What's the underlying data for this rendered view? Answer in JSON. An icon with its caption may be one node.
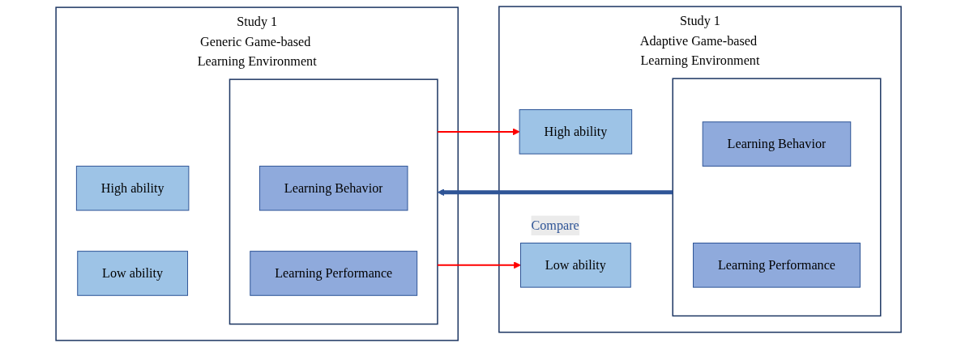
{
  "diagram": {
    "nodes": [
      {
        "text": [
          "Study 1",
          "Generic Game-based Learning Environment"
        ]
      },
      {
        "text": [
          "High ability"
        ],
        "in": 0
      },
      {
        "text": [
          "Low ability"
        ],
        "in": 0
      },
      {
        "text": [],
        "shape": "box",
        "in": 0
      },
      {
        "text": [
          "Learning Behavior"
        ],
        "in": 3
      },
      {
        "text": [
          "Learning Performance"
        ],
        "in": 3
      },
      {
        "text": [
          "Study 1",
          "Adaptive Game-based Learning Environment"
        ]
      },
      {
        "text": [
          "High ability"
        ],
        "in": 6
      },
      {
        "text": [
          "Low ability"
        ],
        "in": 6
      },
      {
        "text": [],
        "shape": "box",
        "in": 6
      },
      {
        "text": [
          "Learning Behavior"
        ],
        "in": 9
      },
      {
        "text": [
          "Learning Performance"
        ],
        "in": 9
      }
    ],
    "edges": [
      {
        "from": 3,
        "to": 7,
        "arrow": "to",
        "color": "#ff0000"
      },
      {
        "from": 3,
        "to": 8,
        "arrow": "to",
        "color": "#ff0000"
      },
      {
        "from": 9,
        "to": 3,
        "arrow": "to",
        "label": "Compare",
        "style": "thick",
        "color": "#2f5597"
      }
    ]
  }
}
